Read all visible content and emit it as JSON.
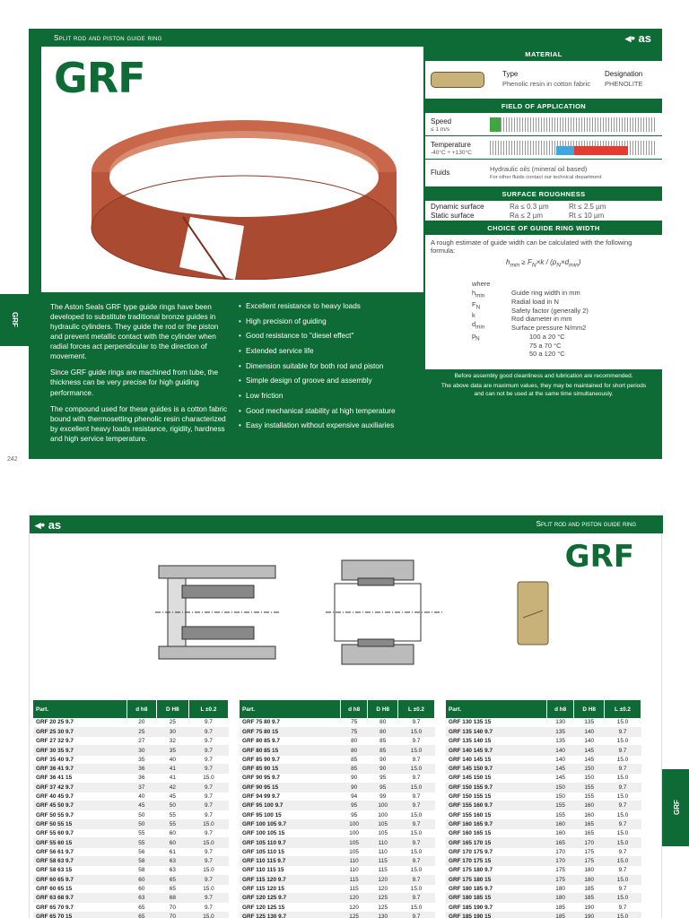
{
  "page1": {
    "header": "Split rod and piston guide ring",
    "logo": "as",
    "title": "GRF",
    "description": [
      "The Aston Seals GRF type guide rings have been developed to substitute traditional bronze guides in hydraulic cylinders. They guide the rod or the piston and prevent metallic contact with the cylinder when radial forces act perpendicular to the direction of movement.",
      "Since GRF guide rings are machined from tube, the thickness can be very precise for high guiding performance.",
      "The compound used for these guides is a cotton fabric bound with thermosetting phenolic resin characterized by excellent heavy loads resistance, rigidity, hardness and high service temperature."
    ],
    "bullets": [
      "Excellent resistance to heavy loads",
      "High precision of guiding",
      "Good resistance to \"diesel effect\"",
      "Extended service life",
      "Dimension suitable for both rod and piston",
      "Simple design of groove and assembly",
      "Low friction",
      "Good mechanical stability at high temperature",
      "Easy installation without expensive auxiliaries"
    ],
    "material": {
      "heading": "MATERIAL",
      "type_label": "Type",
      "type_value": "Phenolic resin in cotton fabric",
      "designation_label": "Designation",
      "designation_value": "PHENOLITE"
    },
    "field": {
      "heading": "FIELD OF APPLICATION",
      "speed_label": "Speed",
      "speed_value": "≤ 1 m/s",
      "temp_label": "Temperature",
      "temp_value": "-40°C ÷ +130°C",
      "fluids_label": "Fluids",
      "fluids_value": "Hydraulic oils (mineral oil based)",
      "fluids_note": "For other fluids contact our technical department"
    },
    "roughness": {
      "heading": "SURFACE ROUGHNESS",
      "dynamic_label": "Dynamic surface",
      "dynamic_ra": "Ra ≤ 0.3 µm",
      "dynamic_rt": "Rt ≤ 2.5 µm",
      "static_label": "Static surface",
      "static_ra": "Ra ≤ 2 µm",
      "static_rt": "Rt ≤ 10 µm"
    },
    "choice": {
      "heading": "CHOICE OF GUIDE RING WIDTH",
      "intro": "A rough estimate of guide width can be calculated with the following formula:",
      "where": "where",
      "defs": [
        "Guide ring width in mm",
        "Radial load in N",
        "Safety factor (generally 2)",
        "Rod diameter in mm",
        "Surface pressure N/mm2"
      ],
      "pressures": [
        "100 a 20 °C",
        "75 a 70 °C",
        "50 a 120 °C"
      ]
    },
    "note1": "Before assembly good cleanliness and lubrication are recommended.",
    "note2": "The above data are maximum values, they may be maintained for short periods and can not be used at the same time simultaneously.",
    "side_tab": "GRF",
    "page_number": "242"
  },
  "page2": {
    "header": "Split rod and piston guide ring",
    "logo": "as",
    "title": "GRF",
    "side_tab": "GRF",
    "col_headers": [
      "Part.",
      "d h8",
      "D H8",
      "L ±0.2"
    ],
    "table1": [
      [
        "GRF 20 25 9.7",
        "20",
        "25",
        "9.7"
      ],
      [
        "GRF 25 30 9.7",
        "25",
        "30",
        "9.7"
      ],
      [
        "GRF 27 32 9.7",
        "27",
        "32",
        "9.7"
      ],
      [
        "GRF 30 35 9.7",
        "30",
        "35",
        "9.7"
      ],
      [
        "GRF 35 40 9.7",
        "35",
        "40",
        "9.7"
      ],
      [
        "GRF 36 41 9.7",
        "36",
        "41",
        "9.7"
      ],
      [
        "GRF 36 41 15",
        "36",
        "41",
        "15.0"
      ],
      [
        "GRF 37 42 9.7",
        "37",
        "42",
        "9.7"
      ],
      [
        "GRF 40 45 9.7",
        "40",
        "45",
        "9.7"
      ],
      [
        "GRF 45 50 9.7",
        "45",
        "50",
        "9.7"
      ],
      [
        "GRF 50 55 9.7",
        "50",
        "55",
        "9.7"
      ],
      [
        "GRF 50 55 15",
        "50",
        "55",
        "15.0"
      ],
      [
        "GRF 55 60 9.7",
        "55",
        "60",
        "9.7"
      ],
      [
        "GRF 55 60 15",
        "55",
        "60",
        "15.0"
      ],
      [
        "GRF 56 61 9.7",
        "56",
        "61",
        "9.7"
      ],
      [
        "GRF 58 63 9.7",
        "58",
        "63",
        "9.7"
      ],
      [
        "GRF 58 63 15",
        "58",
        "63",
        "15.0"
      ],
      [
        "GRF 60 65 9.7",
        "60",
        "65",
        "9.7"
      ],
      [
        "GRF 60 65 15",
        "60",
        "65",
        "15.0"
      ],
      [
        "GRF 63 68 9.7",
        "63",
        "68",
        "9.7"
      ],
      [
        "GRF 65 70 9.7",
        "65",
        "70",
        "9.7"
      ],
      [
        "GRF 65 70 15",
        "65",
        "70",
        "15.0"
      ]
    ],
    "table2": [
      [
        "GRF 75 80 9.7",
        "75",
        "80",
        "9.7"
      ],
      [
        "GRF 75 80 15",
        "75",
        "80",
        "15.0"
      ],
      [
        "GRF 80 85 9.7",
        "80",
        "85",
        "9.7"
      ],
      [
        "GRF 80 85 15",
        "80",
        "85",
        "15.0"
      ],
      [
        "GRF 85 90 9.7",
        "85",
        "90",
        "9.7"
      ],
      [
        "GRF 85 90 15",
        "85",
        "90",
        "15.0"
      ],
      [
        "GRF 90 95 9.7",
        "90",
        "95",
        "9.7"
      ],
      [
        "GRF 90 95 15",
        "90",
        "95",
        "15.0"
      ],
      [
        "GRF 94 99 9.7",
        "94",
        "99",
        "9.7"
      ],
      [
        "GRF 95 100 9.7",
        "95",
        "100",
        "9.7"
      ],
      [
        "GRF 95 100 15",
        "95",
        "100",
        "15.0"
      ],
      [
        "GRF 100 105 9.7",
        "100",
        "105",
        "9.7"
      ],
      [
        "GRF 100 105 15",
        "100",
        "105",
        "15.0"
      ],
      [
        "GRF 105 110 9.7",
        "105",
        "110",
        "9.7"
      ],
      [
        "GRF 105 110 15",
        "105",
        "110",
        "15.0"
      ],
      [
        "GRF 110 115 9.7",
        "110",
        "115",
        "9.7"
      ],
      [
        "GRF 110 115 15",
        "110",
        "115",
        "15.0"
      ],
      [
        "GRF 115 120 9.7",
        "115",
        "120",
        "9.7"
      ],
      [
        "GRF 115 120 15",
        "115",
        "120",
        "15.0"
      ],
      [
        "GRF 120 125 9.7",
        "120",
        "125",
        "9.7"
      ],
      [
        "GRF 120 125 15",
        "120",
        "125",
        "15.0"
      ],
      [
        "GRF 125 130 9.7",
        "125",
        "130",
        "9.7"
      ]
    ],
    "table3": [
      [
        "GRF 130 135 15",
        "130",
        "135",
        "15.0"
      ],
      [
        "GRF 135 140 9.7",
        "135",
        "140",
        "9.7"
      ],
      [
        "GRF 135 140 15",
        "135",
        "140",
        "15.0"
      ],
      [
        "GRF 140 145 9.7",
        "140",
        "145",
        "9.7"
      ],
      [
        "GRF 140 145 15",
        "140",
        "145",
        "15.0"
      ],
      [
        "GRF 145 150 9.7",
        "145",
        "150",
        "9.7"
      ],
      [
        "GRF 145 150 15",
        "145",
        "150",
        "15.0"
      ],
      [
        "GRF 150 155 9.7",
        "150",
        "155",
        "9.7"
      ],
      [
        "GRF 150 155 15",
        "150",
        "155",
        "15.0"
      ],
      [
        "GRF 155 160 9.7",
        "155",
        "160",
        "9.7"
      ],
      [
        "GRF 155 160 15",
        "155",
        "160",
        "15.0"
      ],
      [
        "GRF 160 165 9.7",
        "160",
        "165",
        "9.7"
      ],
      [
        "GRF 160 165 15",
        "160",
        "165",
        "15.0"
      ],
      [
        "GRF 165 170 15",
        "165",
        "170",
        "15.0"
      ],
      [
        "GRF 170 175 9.7",
        "170",
        "175",
        "9.7"
      ],
      [
        "GRF 170 175 15",
        "170",
        "175",
        "15.0"
      ],
      [
        "GRF 175 180 9.7",
        "175",
        "180",
        "9.7"
      ],
      [
        "GRF 175 180 15",
        "175",
        "180",
        "15.0"
      ],
      [
        "GRF 180 185 9.7",
        "180",
        "185",
        "9.7"
      ],
      [
        "GRF 180 185 15",
        "180",
        "185",
        "15.0"
      ],
      [
        "GRF 185 190 9.7",
        "185",
        "190",
        "9.7"
      ],
      [
        "GRF 185 190 15",
        "185",
        "190",
        "15.0"
      ]
    ]
  }
}
